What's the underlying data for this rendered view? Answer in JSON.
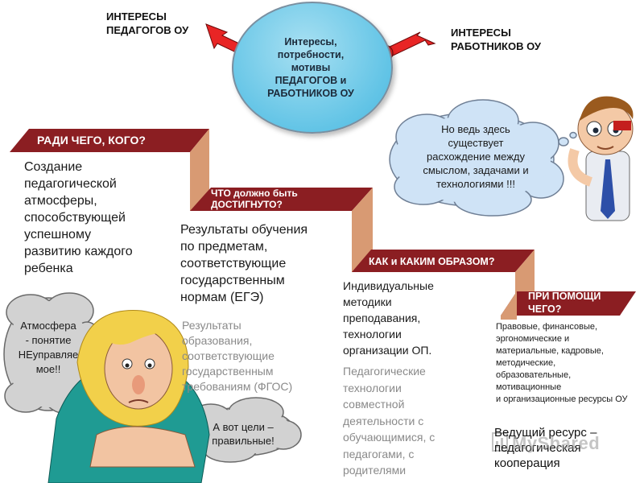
{
  "top_labels": {
    "left": [
      "ИНТЕРЕСЫ",
      "ПЕДАГОГОВ ОУ"
    ],
    "right": [
      "ИНТЕРЕСЫ",
      "РАБОТНИКОВ ОУ"
    ]
  },
  "circle": {
    "lines": [
      "Интересы,",
      "потребности,",
      "мотивы",
      "ПЕДАГОГОВ и",
      "РАБОТНИКОВ ОУ"
    ]
  },
  "steps": [
    {
      "banner": "РАДИ ЧЕГО, КОГО?",
      "text_lines": [
        "Создание",
        "педагогической",
        "атмосферы,",
        "способствующей",
        "успешному",
        "развитию каждого",
        "ребенка"
      ]
    },
    {
      "banner_lines": [
        "ЧТО должно быть",
        "ДОСТИГНУТО?"
      ],
      "text_lines": [
        "Результаты обучения",
        "по предметам,",
        "соответствующие",
        "государственным",
        "нормам (ЕГЭ)"
      ],
      "gray_lines": [
        "Результаты",
        "образования,",
        "соответствующие",
        "государственным",
        "требованиям (ФГОС)"
      ]
    },
    {
      "banner": "КАК и КАКИМ ОБРАЗОМ?",
      "text_lines": [
        "Индивидуальные",
        "методики",
        "преподавания,",
        "технологии",
        "организации ОП."
      ],
      "gray_lines": [
        "Педагогические",
        "технологии",
        "совместной",
        "деятельности с",
        "обучающимися, с",
        "педагогами, с",
        "родителями"
      ]
    },
    {
      "banner_lines": [
        "ПРИ ПОМОЩИ",
        "ЧЕГО?"
      ],
      "text_lines": [
        "Правовые, финансовые,",
        "эргономические и",
        "материальные, кадровые,",
        "методические,",
        "образовательные,",
        "мотивационные",
        "и организационные ресурсы ОУ"
      ]
    }
  ],
  "cloud_right": {
    "lines": [
      "Но ведь здесь",
      "существует",
      "расхождение между",
      "смыслом, задачами и",
      "технологиями !!!"
    ]
  },
  "cloud_left": {
    "lines": [
      "Атмосфера",
      "- понятие",
      "НЕуправляе",
      "мое!!"
    ]
  },
  "cloud_bottom": {
    "lines": [
      "А вот цели –",
      "правильные!"
    ]
  },
  "lead_resource": {
    "lines": [
      "Ведущий ресурс –",
      "педагогическая",
      "кооперация"
    ]
  },
  "watermark": {
    "text": "MyShared"
  },
  "colors": {
    "banner": "#8b1e22",
    "step": "#d89a73",
    "circle": "#62c4e6",
    "arrow": "#e82525",
    "cloud": "#cfe3f6"
  }
}
